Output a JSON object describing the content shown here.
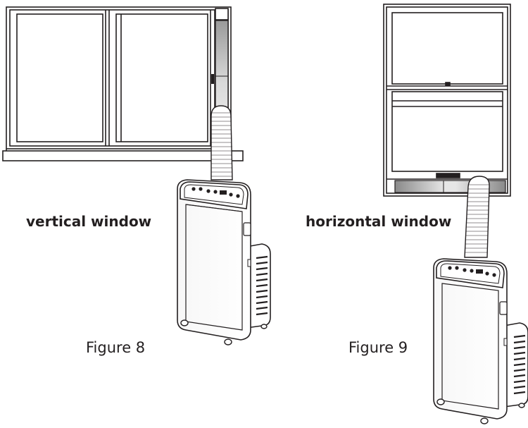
{
  "labels": {
    "left": "vertical window",
    "right": "horizontal window"
  },
  "captions": {
    "left": "Figure 8",
    "right": "Figure 9"
  },
  "colors": {
    "line": "#231f20",
    "panel_gray": "#cfcfcf",
    "panel_dark": "#8e8e8e",
    "background": "#ffffff"
  }
}
